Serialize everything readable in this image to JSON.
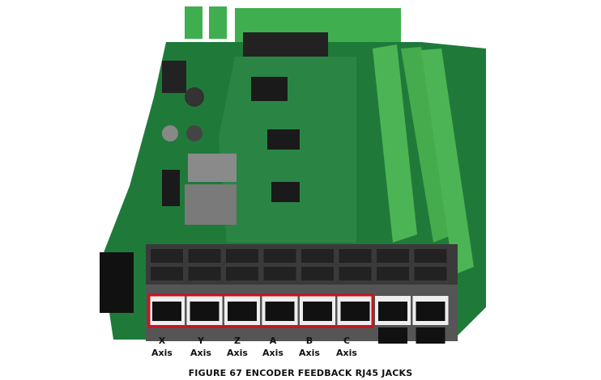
{
  "figure": {
    "caption": "FIGURE 67 ENCODER FEEDBACK RJ45 JACKS",
    "highlight_color": "#c8141c",
    "board_color": "#1f7a3a",
    "axis_labels": [
      {
        "axis": "X",
        "word": "Axis"
      },
      {
        "axis": "Y",
        "word": "Axis"
      },
      {
        "axis": "Z",
        "word": "Axis"
      },
      {
        "axis": "A",
        "word": "Axis"
      },
      {
        "axis": "B",
        "word": "Axis"
      },
      {
        "axis": "C",
        "word": "Axis"
      }
    ]
  }
}
